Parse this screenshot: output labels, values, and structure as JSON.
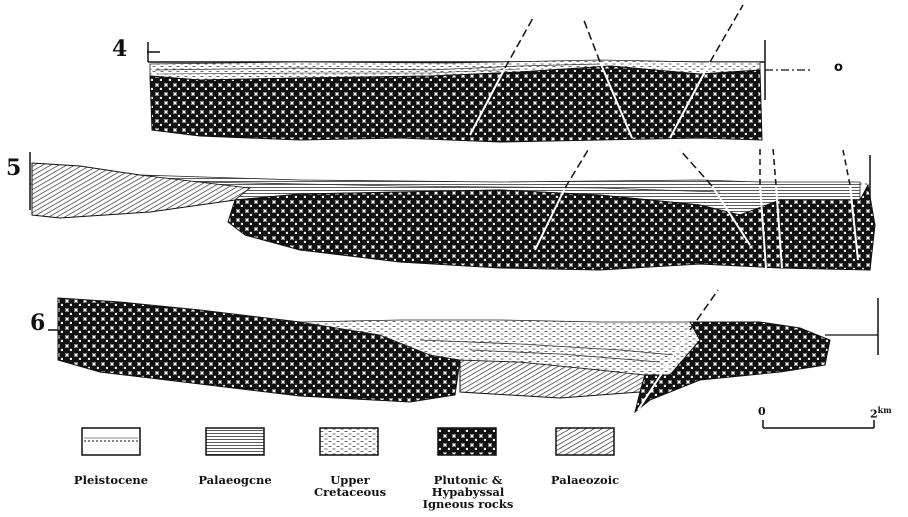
{
  "sections": [
    {
      "number": "4"
    },
    {
      "number": "5"
    },
    {
      "number": "6"
    }
  ],
  "datum_label": "o",
  "legend": [
    {
      "unit": "pleistocene",
      "label": "Pleistocene"
    },
    {
      "unit": "palaeogene",
      "label": "Palaeogcne"
    },
    {
      "unit": "upper-cretaceous",
      "label": "Upper\nCretaceous"
    },
    {
      "unit": "plutonic-igneous",
      "label": "Plutonic &\nHypabyssal\nIgneous rocks"
    },
    {
      "unit": "palaeozoic",
      "label": "Palaeozoic"
    }
  ],
  "scale_bar": {
    "start": "0",
    "end": "2",
    "unit": "km"
  }
}
